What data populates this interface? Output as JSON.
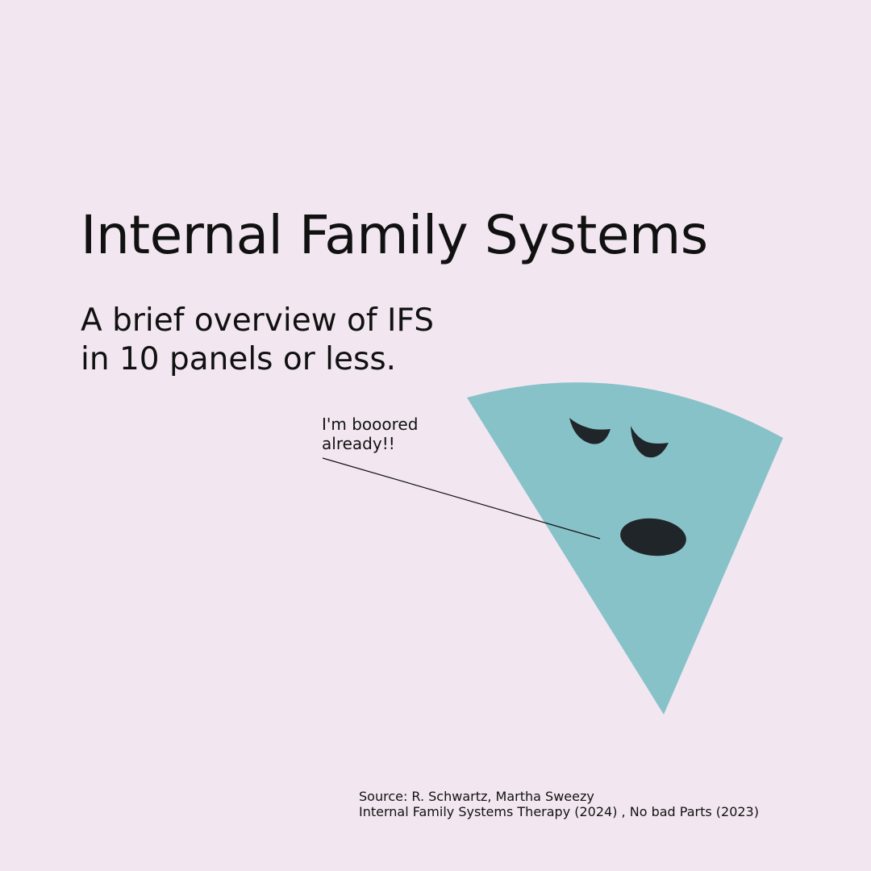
{
  "title": "Internal Family Systems",
  "subtitle": {
    "line1": "A brief overview of IFS",
    "line2": "in 10 panels or less."
  },
  "character": {
    "icon": "sad-wedge-character-icon",
    "speech_line1": "I'm booored",
    "speech_line2": "already!!"
  },
  "source": {
    "line1": "Source: R. Schwartz, Martha Sweezy",
    "line2": "Internal Family Systems Therapy (2024) , No bad Parts (2023)"
  },
  "colors": {
    "background": "#f2e7f1",
    "character_fill": "#88c2c9",
    "face_features": "#1f2528",
    "text": "#111111"
  }
}
